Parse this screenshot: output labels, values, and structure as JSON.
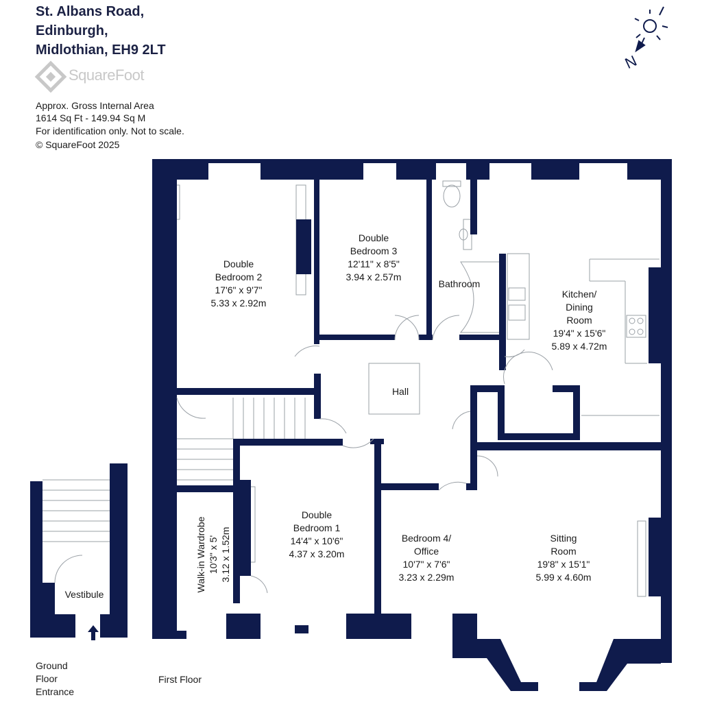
{
  "address": {
    "line1": "St. Albans Road,",
    "line2": "Edinburgh,",
    "line3": "Midlothian, EH9 2LT"
  },
  "brand": {
    "name": "SquareFoot"
  },
  "info": {
    "line1": "Approx. Gross Internal Area",
    "line2": "1614 Sq Ft  -  149.94 Sq M",
    "line3": "For identification only. Not to scale.",
    "line4": "© SquareFoot 2025"
  },
  "compass": {
    "north": "N"
  },
  "rooms": {
    "bedroom2": {
      "l1": "Double",
      "l2": "Bedroom 2",
      "l3": "17'6\" x 9'7\"",
      "l4": "5.33 x 2.92m"
    },
    "bedroom3": {
      "l1": "Double",
      "l2": "Bedroom 3",
      "l3": "12'11\" x 8'5\"",
      "l4": "3.94 x 2.57m"
    },
    "bathroom": {
      "l1": "Bathroom"
    },
    "kitchen": {
      "l1": "Kitchen/",
      "l2": "Dining",
      "l3": "Room",
      "l4": "19'4\" x 15'6\"",
      "l5": "5.89 x 4.72m"
    },
    "hall": {
      "l1": "Hall"
    },
    "bedroom1": {
      "l1": "Double",
      "l2": "Bedroom 1",
      "l3": "14'4\" x 10'6\"",
      "l4": "4.37 x 3.20m"
    },
    "bedroom4": {
      "l1": "Bedroom 4/",
      "l2": "Office",
      "l3": "10'7\" x 7'6\"",
      "l4": "3.23 x 2.29m"
    },
    "sitting": {
      "l1": "Sitting",
      "l2": "Room",
      "l3": "19'8\" x 15'1\"",
      "l4": "5.99 x 4.60m"
    },
    "wardrobe": {
      "l1": "Walk-in Wardrobe",
      "l2": "10'3\" x 5'",
      "l3": "3.12 x 1.52m"
    },
    "vestibule": {
      "l1": "Vestibule"
    }
  },
  "floors": {
    "ground_l1": "Ground",
    "ground_l2": "Floor",
    "ground_l3": "Entrance",
    "first": "First Floor"
  },
  "colors": {
    "wall": "#0f1b4c",
    "line": "#9aa0a6",
    "logo": "#c8c8c8"
  }
}
